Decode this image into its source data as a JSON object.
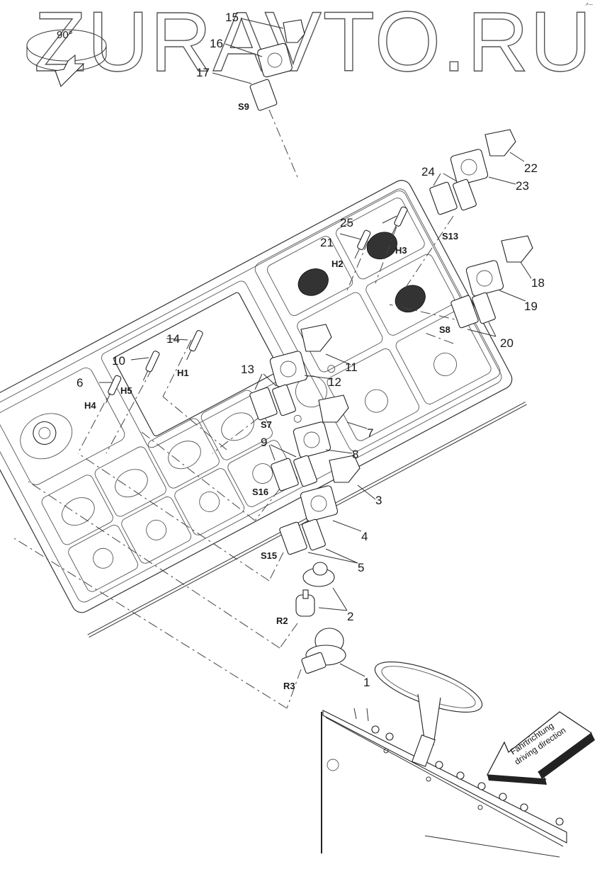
{
  "diagram": {
    "type": "exploded-parts-diagram",
    "subject": "operator cab control panel (switches, indicator lamps, potentiometers)",
    "watermark": "ZURAVTO.RU",
    "rotation_label": "90°",
    "direction_arrow": {
      "line1": "Fahrtrichtung",
      "line2": "driving direction"
    },
    "part_numbers": [
      "1",
      "2",
      "3",
      "4",
      "5",
      "6",
      "7",
      "8",
      "9",
      "10",
      "11",
      "12",
      "13",
      "14",
      "15",
      "16",
      "17",
      "18",
      "19",
      "20",
      "21",
      "22",
      "23",
      "24",
      "25"
    ],
    "designators": {
      "switches": [
        "S7",
        "S8",
        "S9",
        "S13",
        "S15",
        "S16"
      ],
      "indicator_lamps": [
        "H1",
        "H2",
        "H3",
        "H4",
        "H5"
      ],
      "potentiometers": [
        "R2",
        "R3"
      ]
    },
    "callouts": [
      {
        "num": "15",
        "part": "rotary knob",
        "belongs_to": "S9"
      },
      {
        "num": "16",
        "part": "switch housing",
        "belongs_to": "S9"
      },
      {
        "num": "17",
        "part": "contact block",
        "belongs_to": "S9"
      },
      {
        "num": "22",
        "part": "rotary knob",
        "belongs_to": "S13"
      },
      {
        "num": "23",
        "part": "switch housing",
        "belongs_to": "S13"
      },
      {
        "num": "24",
        "part": "contact block",
        "belongs_to": "S13"
      },
      {
        "num": "18",
        "part": "rotary knob",
        "belongs_to": "S8"
      },
      {
        "num": "19",
        "part": "switch housing",
        "belongs_to": "S8"
      },
      {
        "num": "20",
        "part": "contact block",
        "belongs_to": "S8"
      },
      {
        "num": "11",
        "part": "rotary knob",
        "belongs_to": "S7"
      },
      {
        "num": "12",
        "part": "switch housing",
        "belongs_to": "S7"
      },
      {
        "num": "13",
        "part": "contact block",
        "belongs_to": "S7"
      },
      {
        "num": "7",
        "part": "rotary knob",
        "belongs_to": "S16"
      },
      {
        "num": "8",
        "part": "switch housing",
        "belongs_to": "S16"
      },
      {
        "num": "9",
        "part": "contact block",
        "belongs_to": "S16"
      },
      {
        "num": "3",
        "part": "rotary knob",
        "belongs_to": "S15"
      },
      {
        "num": "4",
        "part": "switch housing",
        "belongs_to": "S15"
      },
      {
        "num": "5",
        "part": "contact block",
        "belongs_to": "S15"
      },
      {
        "num": "2",
        "part": "potentiometer knob",
        "belongs_to": "R2"
      },
      {
        "num": "1",
        "part": "potentiometer knob",
        "belongs_to": "R3"
      },
      {
        "num": "21",
        "part": "indicator lamp",
        "belongs_to": "H2"
      },
      {
        "num": "25",
        "part": "indicator lamp",
        "belongs_to": "H3"
      },
      {
        "num": "14",
        "part": "indicator lamp",
        "belongs_to": "H1"
      },
      {
        "num": "10",
        "part": "indicator lamp",
        "belongs_to": "H5"
      },
      {
        "num": "6",
        "part": "indicator lamp",
        "belongs_to": "H4"
      }
    ]
  }
}
